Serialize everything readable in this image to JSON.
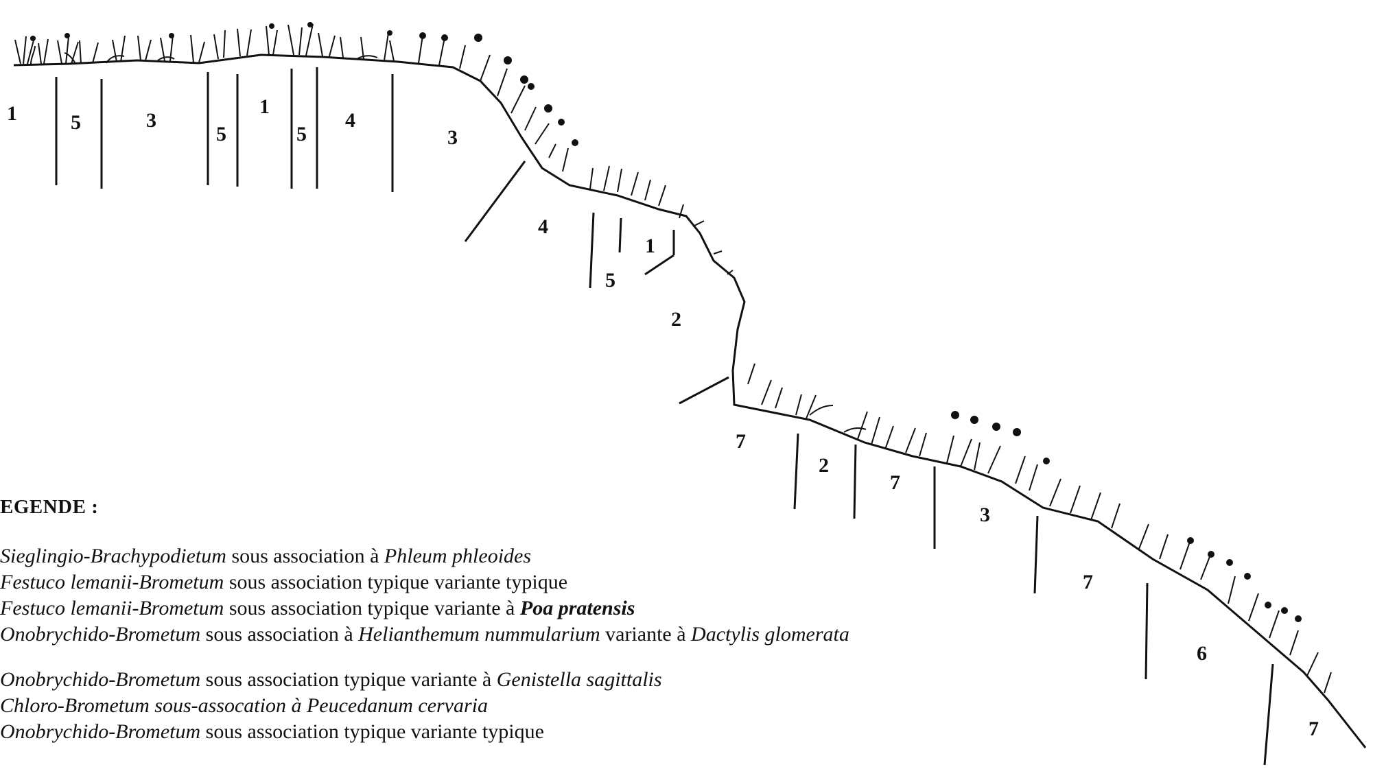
{
  "profile": {
    "zone_labels": [
      "1",
      "5",
      "3",
      "5",
      "1",
      "5",
      "4",
      "3",
      "4",
      "1",
      "5",
      "2",
      "7",
      "2",
      "7",
      "3",
      "7",
      "6",
      "7"
    ]
  },
  "legend": {
    "title": "EGENDE :",
    "items": [
      {
        "a": "Sieglingio-Brachypodietum",
        "b": " sous association à ",
        "c": "Phleum phleoides",
        "d": "",
        "e": ""
      },
      {
        "a": "Festuco lemanii-Brometum",
        "b": " sous association typique variante typique",
        "c": "",
        "d": "",
        "e": ""
      },
      {
        "a": "Festuco lemanii-Brometum",
        "b": " sous association typique variante à ",
        "c": "",
        "d": "Poa pratensis",
        "e": ""
      },
      {
        "a": "Onobrychido-Brometum",
        "b": " sous association à ",
        "c": "Helianthemum nummularium",
        "d": " variante à ",
        "e": "Dactylis glomerata"
      },
      {
        "a": "Onobrychido-Brometum",
        "b": " sous association typique variante à ",
        "c": "Genistella sagittalis",
        "d": "",
        "e": ""
      },
      {
        "a": "Chloro-Brometum sous-assocation à Peucedanum cervaria",
        "b": "",
        "c": "",
        "d": "",
        "e": ""
      },
      {
        "a": "Onobrychido-Brometum",
        "b": " sous association typique variante typique",
        "c": "",
        "d": "",
        "e": ""
      }
    ]
  }
}
